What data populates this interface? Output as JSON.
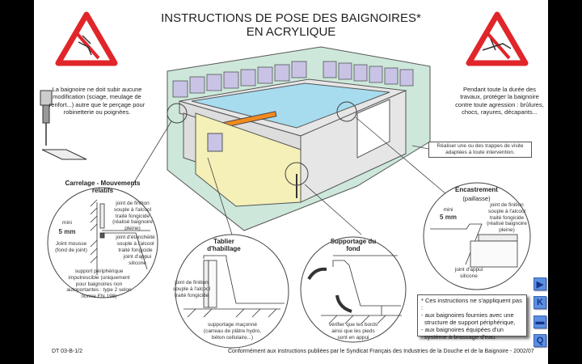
{
  "title": {
    "line1": "INSTRUCTIONS DE POSE DES BAIGNOIRES*",
    "line2": "EN ACRYLIQUE"
  },
  "warning_left": {
    "text": "La baignoire ne doit subir aucune modification (sciage, meulage de renfort...) autre que le perçage pour robinetterie ou poignées.",
    "icon": "no-cutting-warning-icon"
  },
  "warning_right": {
    "text": "Pendant toute la durée des travaux, protéger la baignoire contre toute agression : brûlures, chocs, rayures, décapants...",
    "icon": "no-damage-warning-icon"
  },
  "trappe_note": "Réaliser une ou des trappes de visite adaptées à toute intervention.",
  "detail_carrelage": {
    "title": "Carrelage - Mouvements relatifs",
    "mini": "mini",
    "gap": "5 mm",
    "joint_finition": "joint de finition souple à l'alcool traité fongicide (réalisé baignoire pleine)",
    "joint_etancheite": "joint d'étanchéité souple à l'alcool traité fongicide",
    "joint_mousse": "Joint mousse (fond de joint)",
    "joint_appui": "joint d'appui silicone",
    "support": "support périphérique imputrescible (uniquement pour baignoires non autoportantes : type 2 selon norme EN 198)"
  },
  "detail_tablier": {
    "title": "Tablier d'habillage",
    "joint_finition": "joint de finition souple à l'alcool traité fongicide",
    "supportage": "supportage maçonné (carreau de plâtre hydro, béton cellulaire...)"
  },
  "detail_supportage": {
    "title": "Supportage du fond",
    "text": "vérifier que les bords ainsi que les pieds sont en appui"
  },
  "detail_encastrement": {
    "title": "Encastrement",
    "subtitle": "(paillasse)",
    "mini": "mini",
    "gap": "5 mm",
    "joint_finition": "joint de finition souple à l'alcool traité fongicide (réalisé baignoire pleine)",
    "joint_appui": "joint d'appui silicone"
  },
  "exceptions": {
    "line1": "* Ces instructions ne s'appliquent pas :",
    "line2": "- aux baignoires fournies avec une",
    "line3": "  structure de support périphérique,",
    "line4": "- aux baignoires équipées d'un",
    "line5": "  système à brassage d'eau."
  },
  "footer": {
    "ref": "DT 03-B-1/2",
    "credit": "Conformément aux instructions publiées par le Syndicat Français des Industries de la Douche et de la Baignoire - 2002/07"
  },
  "nav": [
    {
      "icon": "play-icon",
      "glyph": "▶"
    },
    {
      "icon": "first-page-icon",
      "glyph": "K"
    },
    {
      "icon": "print-icon",
      "glyph": "▬"
    },
    {
      "icon": "quit-icon",
      "glyph": "Q"
    }
  ],
  "colors": {
    "warning_red": "#e0262a",
    "tile": "#c9c3e6",
    "wall": "#cde8da",
    "water": "#a7dcef",
    "apron": "#f4f0b8",
    "nav": "#5b8fe0"
  }
}
